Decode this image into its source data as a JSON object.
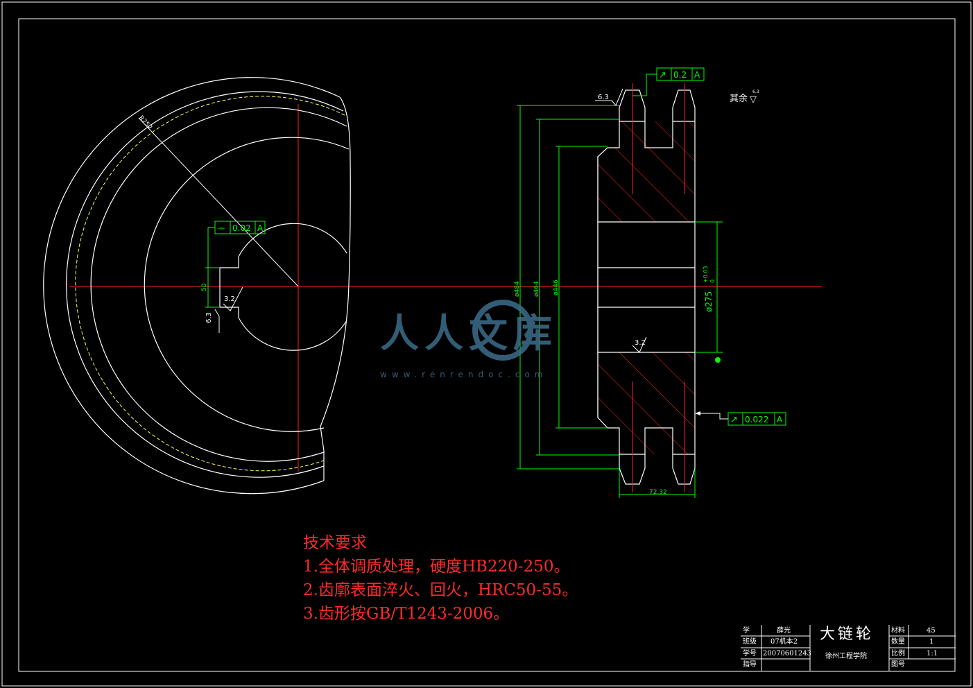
{
  "dimensions": {
    "radius_label": "R252",
    "d484": "ø484",
    "d464": "ø464",
    "d446": "ø446",
    "bore": "ø275",
    "bore_tol_upper": "+0.03",
    "bore_tol_lower": "0",
    "keyway_depth": "50",
    "width": "72.32"
  },
  "roughness": {
    "r63_left": "6.3",
    "r32_left": "3.2",
    "r63_top": "6.3",
    "r32_bore": "3.2",
    "other": "其余",
    "other_mark": "▽",
    "other_value": "6.3"
  },
  "tolerances": {
    "symmetry": {
      "symbol": "⌯",
      "value": "0.02",
      "datum": "A"
    },
    "runout_top": {
      "symbol": "↗",
      "value": "0.2",
      "datum": "A"
    },
    "runout_right": {
      "symbol": "↗",
      "value": "0.022",
      "datum": "A"
    }
  },
  "tech_requirements": {
    "title": "技术要求",
    "items": [
      "1.全体调质处理，硬度HB220-250。",
      "2.齿廓表面淬火、回火，HRC50-55。",
      "3.齿形按GB/T1243-2006。"
    ]
  },
  "title_block": {
    "r1_label": "学 ",
    "r1_value": "薛光",
    "r2_label": "班级",
    "r2_value": "07机本2",
    "r3_label": "学号",
    "r3_value": "20070601243",
    "r4_label": "指导",
    "r4_value": "",
    "part_name": "大链轮",
    "school": "徐州工程学院",
    "material_label": "材料",
    "material_value": "45",
    "qty_label": "数量",
    "qty_value": "1",
    "scale_label": "比例",
    "scale_value": "1:1",
    "drawing_label": "图号",
    "drawing_value": ""
  },
  "watermark": {
    "text": "人人文库",
    "url": "www.renrendoc.com"
  },
  "colors": {
    "line": "#ffffff",
    "center": "#ff2020",
    "dim": "#00ff00",
    "hatch": "#ff2020",
    "pitch": "#ffff55",
    "tech_text": "#ff2a2a",
    "watermark": "#3c6e8c"
  }
}
